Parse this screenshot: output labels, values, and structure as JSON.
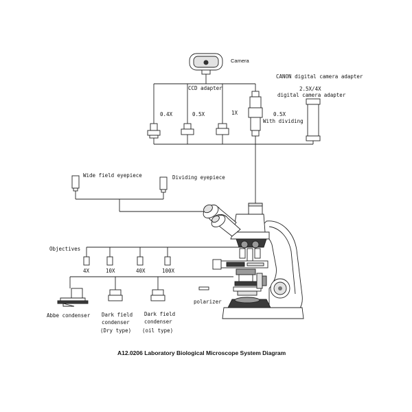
{
  "labels": {
    "camera": "Camera",
    "ccd_adapter": "CCD adapter",
    "canon_adapter": "CANON digital camera adapter",
    "digital_adapter_1": "2.5X/4X",
    "digital_adapter_2": "digital camera adapter",
    "mag_04x": "0.4X",
    "mag_05x": "0.5X",
    "mag_1x": "1X",
    "mag_05x_dividing_1": "0.5X",
    "mag_05x_dividing_2": "With dividing",
    "wide_field_eyepiece": "Wide field eyepiece",
    "dividing_eyepiece": "Dividing eyepiece",
    "objectives": "Objectives",
    "obj_4x": "4X",
    "obj_10x": "10X",
    "obj_40x": "40X",
    "obj_100x": "100X",
    "polarizer": "polarizer",
    "abbe_condenser": "Abbe condenser",
    "dark_dry_1": "Dark field",
    "dark_dry_2": "condenser",
    "dark_dry_3": "(Dry type)",
    "dark_oil_1": "Dark field",
    "dark_oil_2": "condenser",
    "dark_oil_3": "(oil type)",
    "caption": "A12.0206  Laboratory Biological Microscope System Diagram"
  }
}
